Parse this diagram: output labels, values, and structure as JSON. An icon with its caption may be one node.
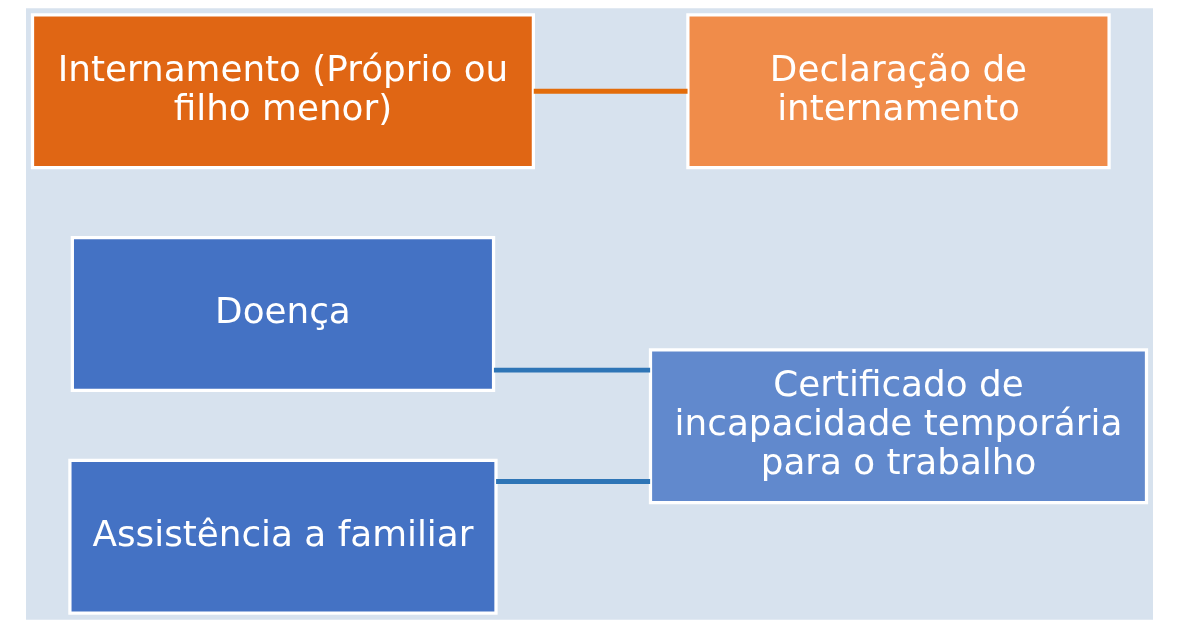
{
  "diagram": {
    "nodes": [
      {
        "text": [
          "Doença"
        ]
      },
      {
        "text": [
          "Assistência a familiar"
        ]
      },
      {
        "text": [
          "Certificado de incapacidade temporária para o trabalho"
        ]
      },
      {
        "text": [
          "Internamento (Próprio ou filho menor)"
        ]
      },
      {
        "text": [
          "Declaração de internamento"
        ]
      }
    ],
    "edges": [
      {
        "from": 0,
        "to": 2,
        "arrow": "none"
      },
      {
        "from": 1,
        "to": 2,
        "arrow": "none"
      },
      {
        "from": 3,
        "to": 4,
        "arrow": "none",
        "color": "#e36c0a"
      }
    ]
  }
}
